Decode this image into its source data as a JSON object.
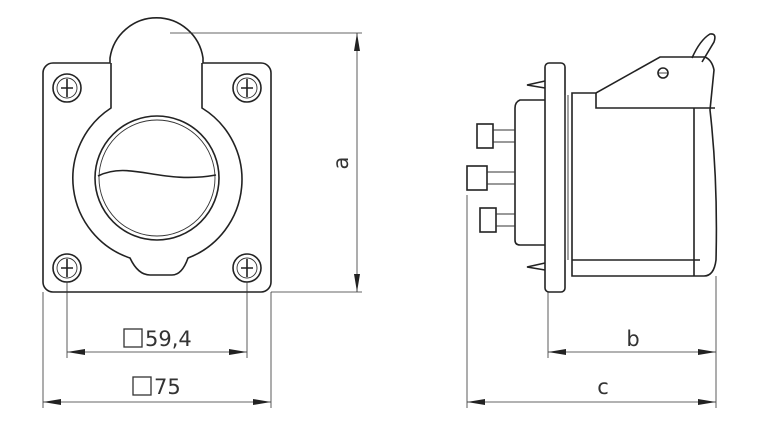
{
  "dimensions": {
    "height_label": "a",
    "hole_spacing_label": "59,4",
    "plate_width_label": "75",
    "body_depth_label": "b",
    "total_depth_label": "c",
    "square_symbol": "□"
  },
  "colors": {
    "line": "#222222",
    "background": "#ffffff"
  }
}
